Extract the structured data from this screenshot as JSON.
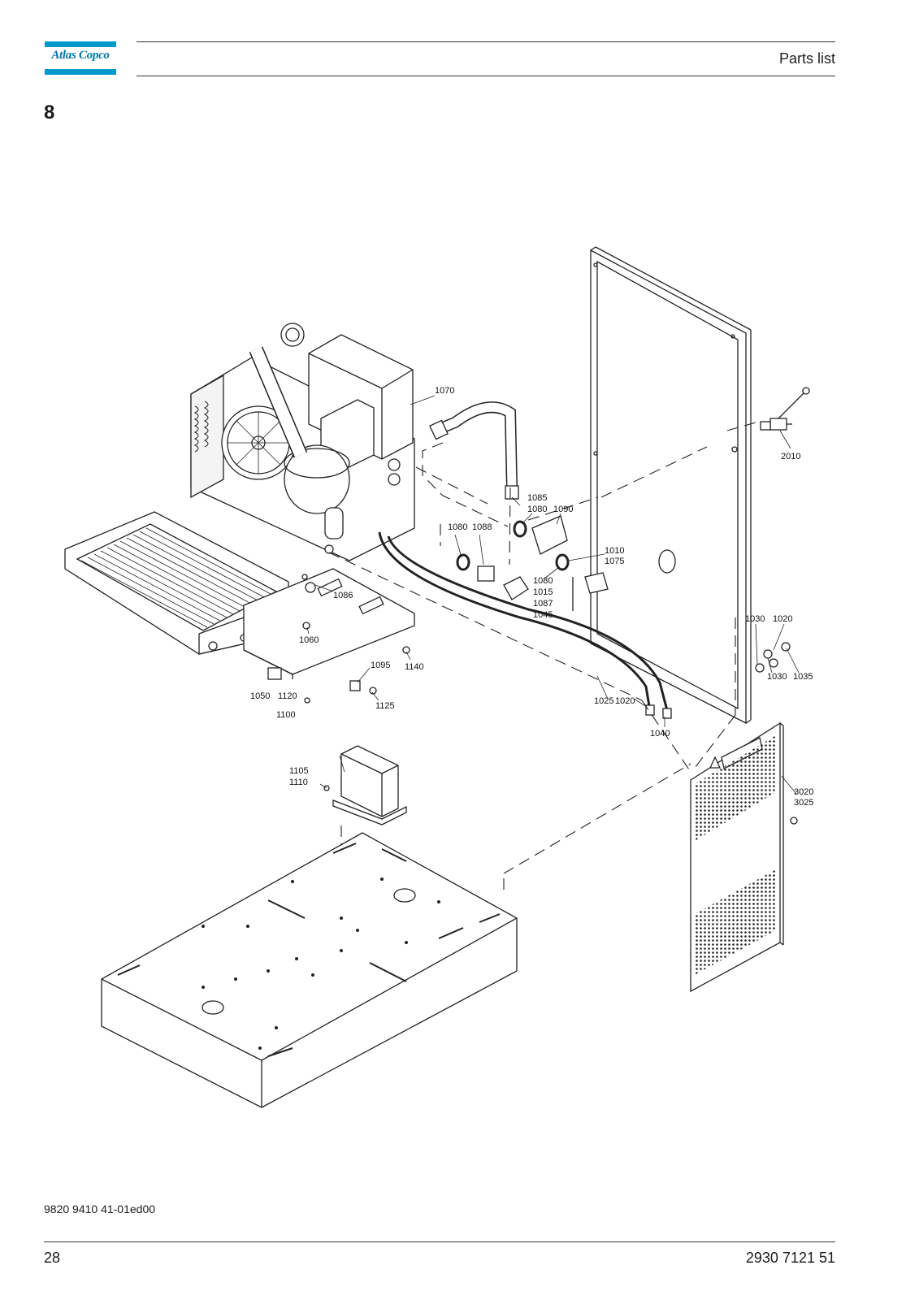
{
  "header": {
    "logo_text": "Atlas Copco",
    "title": "Parts list",
    "brand_color": "#0099cc"
  },
  "chapter": "8",
  "callouts": [
    {
      "id": "c1070",
      "text": "1070"
    },
    {
      "id": "c2010",
      "text": "2010"
    },
    {
      "id": "c1085",
      "text": "1085"
    },
    {
      "id": "c1080a",
      "text": "1080"
    },
    {
      "id": "c1090",
      "text": "1090"
    },
    {
      "id": "c1080b",
      "text": "1080"
    },
    {
      "id": "c1088",
      "text": "1088"
    },
    {
      "id": "c1010",
      "text": "1010"
    },
    {
      "id": "c1075",
      "text": "1075"
    },
    {
      "id": "c1080c",
      "text": "1080"
    },
    {
      "id": "c1015",
      "text": "1015"
    },
    {
      "id": "c1087",
      "text": "1087"
    },
    {
      "id": "c1045",
      "text": "1045"
    },
    {
      "id": "c1086",
      "text": "1086"
    },
    {
      "id": "c1060",
      "text": "1060"
    },
    {
      "id": "c1030a",
      "text": "1030"
    },
    {
      "id": "c1020a",
      "text": "1020"
    },
    {
      "id": "c1030b",
      "text": "1030"
    },
    {
      "id": "c1035",
      "text": "1035"
    },
    {
      "id": "c1095",
      "text": "1095"
    },
    {
      "id": "c1140",
      "text": "1140"
    },
    {
      "id": "c1050",
      "text": "1050"
    },
    {
      "id": "c1120",
      "text": "1120"
    },
    {
      "id": "c1125",
      "text": "1125"
    },
    {
      "id": "c1100",
      "text": "1100"
    },
    {
      "id": "c1025",
      "text": "1025"
    },
    {
      "id": "c1020b",
      "text": "1020"
    },
    {
      "id": "c1040",
      "text": "1040"
    },
    {
      "id": "c1105",
      "text": "1105"
    },
    {
      "id": "c1110",
      "text": "1110"
    },
    {
      "id": "c3020",
      "text": "3020"
    },
    {
      "id": "c3025",
      "text": "3025"
    }
  ],
  "footer": {
    "code": "9820 9410 41-01ed00",
    "page": "28",
    "doc_number": "2930 7121 51"
  }
}
